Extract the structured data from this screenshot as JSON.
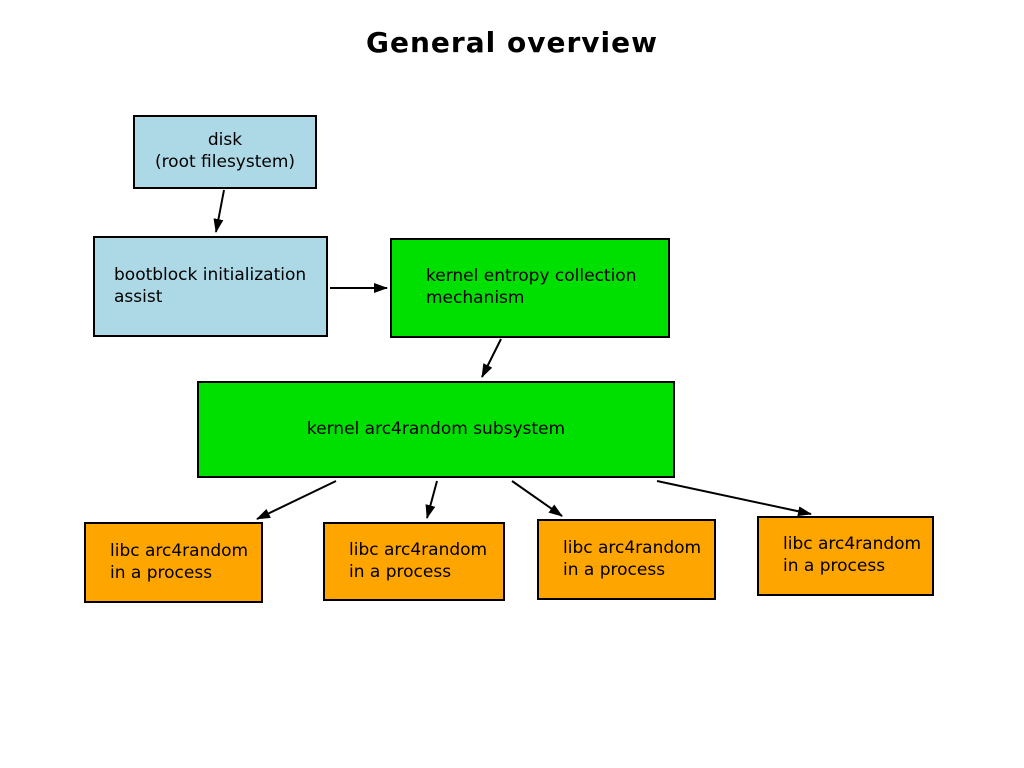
{
  "title": "General overview",
  "colors": {
    "background": "#ffffff",
    "box_blue": "#add8e6",
    "box_green": "#00e000",
    "box_orange": "#ffa500",
    "border": "#000000",
    "text": "#000000"
  },
  "nodes": {
    "disk": {
      "label": "disk\n(root filesystem)"
    },
    "bootblock": {
      "label": "bootblock initialization\nassist"
    },
    "entropy": {
      "label": "kernel entropy collection\nmechanism"
    },
    "arc4": {
      "label": "kernel arc4random subsystem"
    },
    "libc1": {
      "label": "libc arc4random\nin a process"
    },
    "libc2": {
      "label": "libc arc4random\nin a process"
    },
    "libc3": {
      "label": "libc arc4random\nin a process"
    },
    "libc4": {
      "label": "libc arc4random\nin a process"
    }
  }
}
